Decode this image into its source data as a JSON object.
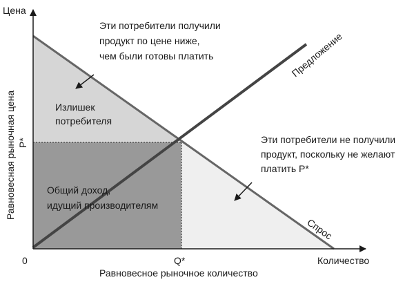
{
  "axes": {
    "y_label": "Цена",
    "x_label": "Количество",
    "origin": "0",
    "p_star": "P*",
    "q_star": "Q*",
    "y_axis_title": "Равновесная рыночная цена",
    "x_axis_title": "Равновесное рыночное количество"
  },
  "curves": {
    "supply": "Предложение",
    "demand": "Спрос"
  },
  "areas": {
    "consumer_surplus": [
      "Излишек",
      "потребителя"
    ],
    "producer_revenue": [
      "Общий доход,",
      "идущий производителям"
    ]
  },
  "annotations": {
    "surplus_note": [
      "Эти потребители получили",
      "продукт по цене ниже,",
      "чем были готовы платить"
    ],
    "excluded_note": [
      "Эти потребители не получили",
      "продукт, поскольку не желают",
      "платить P*"
    ]
  },
  "colors": {
    "consumer_surplus_fill": "#d6d6d6",
    "revenue_fill": "#999999",
    "excluded_fill": "#efefef",
    "line": "#444444",
    "demand_line": "#666666"
  }
}
